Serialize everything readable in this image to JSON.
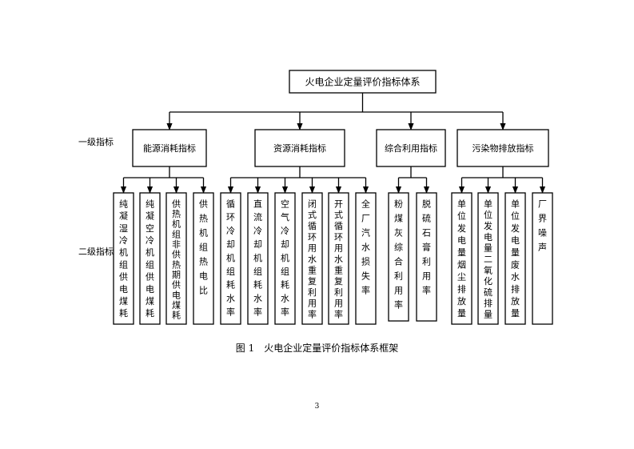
{
  "root": "火电企业定量评价指标体系",
  "level1_label": "一级指标",
  "level2_label": "二级指标",
  "level1": [
    {
      "label": "能源消耗指标",
      "children": [
        "纯凝湿冷机组供电煤耗",
        "纯凝空冷机组供电煤耗",
        "供热机组非供热期供电煤耗",
        "供热机组热电比"
      ]
    },
    {
      "label": "资源消耗指标",
      "children": [
        "循环冷却机组耗水率",
        "直流冷却机组耗水率",
        "空气冷却机组耗水率",
        "闭式循环用水重复利用率",
        "开式循环用水重复利用率",
        "全厂汽水损失率"
      ]
    },
    {
      "label": "综合利用指标",
      "children": [
        "粉煤灰综合利用率",
        "脱硫石膏利用率"
      ]
    },
    {
      "label": "污染物排放指标",
      "children": [
        "单位发电量烟尘排放量",
        "单位发电量二氧化硫排量",
        "单位发电量废水排放量",
        "厂界噪声"
      ]
    }
  ],
  "caption": "图 1　火电企业定量评价指标体系框架",
  "page_number": "3"
}
